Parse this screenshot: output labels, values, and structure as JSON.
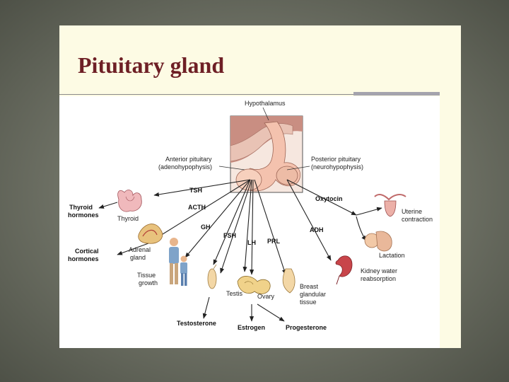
{
  "slide": {
    "title": "Pituitary gland"
  },
  "diagram": {
    "hypothalamus": "Hypothalamus",
    "anterior_line1": "Anterior pituitary",
    "anterior_line2": "(adenohypophysis)",
    "posterior_line1": "Posterior pituitary",
    "posterior_line2": "(neurohypophysis)",
    "hormones": {
      "tsh": "TSH",
      "acth": "ACTH",
      "gh": "GH",
      "fsh": "FSH",
      "lh": "LH",
      "prl": "PRL",
      "oxytocin": "Oxytocin",
      "adh": "ADH"
    },
    "targets": {
      "thyroid": "Thyroid",
      "thyroid_hormones_1": "Thyroid",
      "thyroid_hormones_2": "hormones",
      "adrenal_1": "Adrenal",
      "adrenal_2": "gland",
      "cortical_1": "Cortical",
      "cortical_2": "hormones",
      "tissue_1": "Tissue",
      "tissue_2": "growth",
      "testis": "Testis",
      "ovary": "Ovary",
      "breast_1": "Breast",
      "breast_2": "glandular",
      "breast_3": "tissue",
      "uterine_1": "Uterine",
      "uterine_2": "contraction",
      "lactation": "Lactation",
      "kidney_1": "Kidney water",
      "kidney_2": "reabsorption"
    },
    "products": {
      "testosterone": "Testosterone",
      "estrogen": "Estrogen",
      "progesterone": "Progesterone"
    }
  }
}
